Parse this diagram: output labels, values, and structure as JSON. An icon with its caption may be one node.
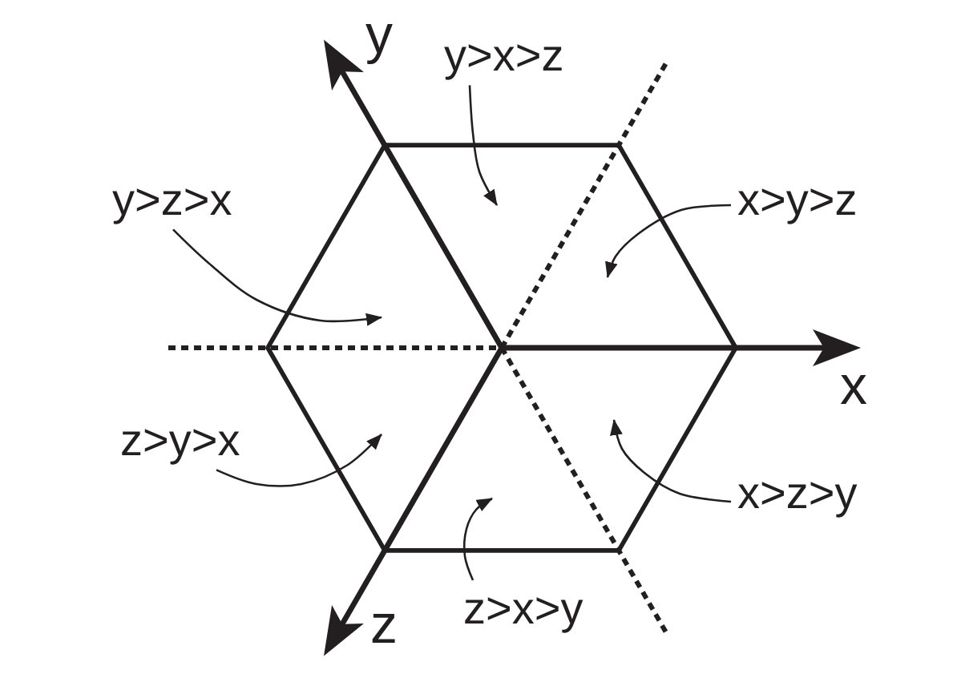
{
  "diagram": {
    "nodes": [
      {
        "text": [
          "y>x>z"
        ]
      },
      {
        "text": [
          "y>z>x"
        ]
      },
      {
        "text": [
          "x>y>z"
        ]
      },
      {
        "text": [
          "z>y>x"
        ]
      },
      {
        "text": [
          "x>z>y"
        ]
      },
      {
        "text": [
          "z>x>y"
        ]
      }
    ],
    "edges": [
      {
        "from": 0,
        "to": null,
        "arrow": "to"
      },
      {
        "from": 1,
        "to": null,
        "arrow": "to"
      },
      {
        "from": 2,
        "to": null,
        "arrow": "to"
      },
      {
        "from": 3,
        "to": null,
        "arrow": "to"
      },
      {
        "from": 4,
        "to": null,
        "arrow": "to"
      },
      {
        "from": 5,
        "to": null,
        "arrow": "to"
      }
    ],
    "labels": [
      "y",
      "x",
      "z"
    ]
  }
}
